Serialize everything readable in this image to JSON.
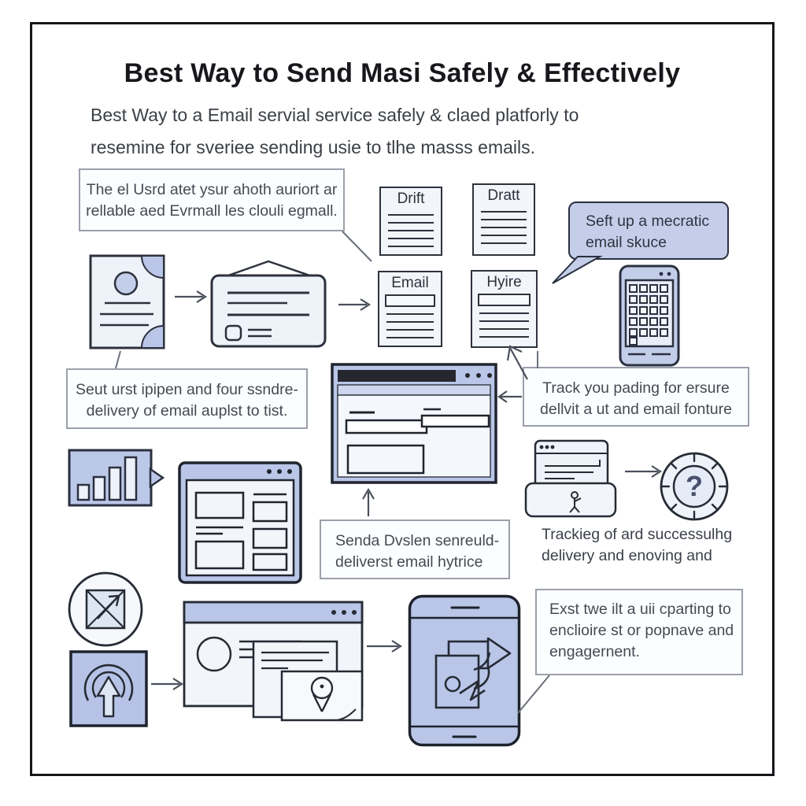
{
  "header": {
    "title": "Best Way to Send Masi Safely & Effectively",
    "subtitle_line1": "Best Way to a Email servial service safely & claed platforly to",
    "subtitle_line2": "resemine for sveriee sending usie to tlhe masss emails."
  },
  "callouts": {
    "intro": {
      "line1": "The el Usrd atet ysur ahoth auriort ar",
      "line2": "rellable aed Evrmall les clouli egmall."
    },
    "speech_bubble": {
      "line1": "Seft up a mecratic",
      "line2": "email skuce"
    },
    "sender": {
      "line1": "Seut urst ipipen and four ssndre-",
      "line2": "delivery of email auplst to tist."
    },
    "track": {
      "line1": "Track you pading for ersure",
      "line2": "dellvit a ut and email fonture"
    },
    "send_system": {
      "line1": "Senda Dvslen senreuld-",
      "line2": "deliverst email hytrice"
    },
    "tracking_caption": {
      "line1": "Trackieg of ard successulhg",
      "line2": "delivery and enoving and"
    },
    "engagement": {
      "line1": "Exst twe ilt a uii cparting to",
      "line2": "enclioire st or popnave and",
      "line3": "engagernent."
    }
  },
  "documents": {
    "draft1": "Drift",
    "draft2": "Dratt",
    "email": "Email",
    "hyire": "Hyire"
  },
  "icons": {
    "question_glyph": "?",
    "names": [
      "sender-document-icon",
      "envelope-letter-icon",
      "smartphone-keypad-icon",
      "compose-browser-icon",
      "bar-chart-bubble-icon",
      "layout-grid-browser-icon",
      "feedback-person-browser-icon",
      "question-badge-icon",
      "envelope-circle-icon",
      "send-target-icon",
      "contact-map-browser-icon",
      "tablet-share-icon"
    ]
  },
  "colors": {
    "accent_blue": "#b9c6e8",
    "bubble_blue": "#c4cee9",
    "panel_light": "#eef2f9",
    "outline_dark": "#262b35",
    "frame_border": "#17171b",
    "callout_border": "#9aa0ab",
    "titlebar_dark": "#26262e"
  }
}
